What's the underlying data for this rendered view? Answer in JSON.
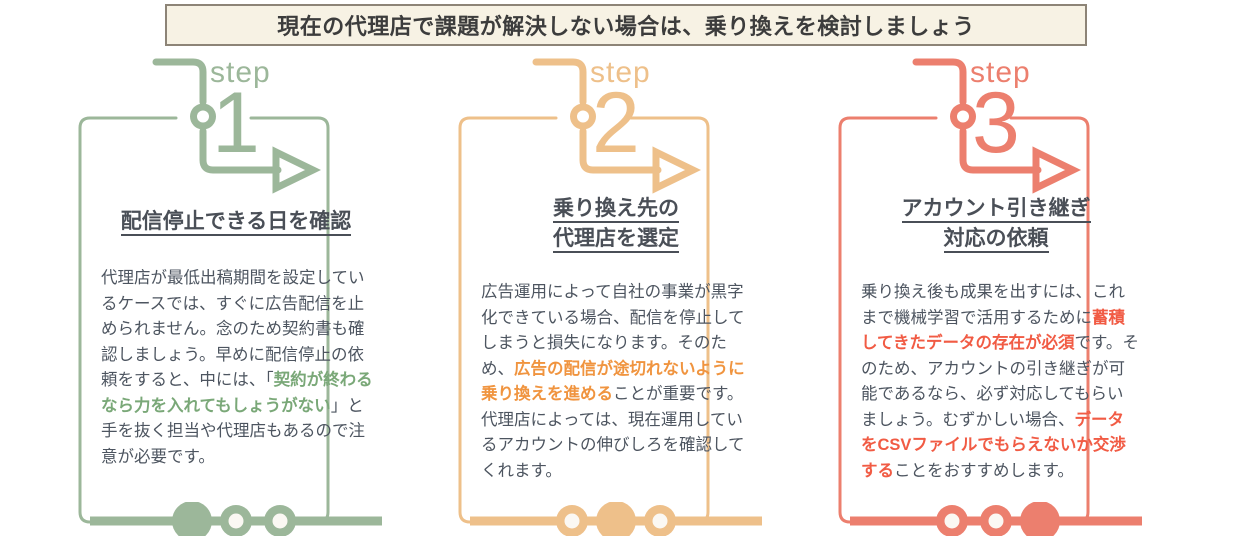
{
  "banner": {
    "text": "現在の代理店で課題が解決しない場合は、乗り換えを検討しましょう",
    "bg_color": "#f7f2e4",
    "border_color": "#8d8477"
  },
  "cards": [
    {
      "step_word": "step",
      "step_number": "1",
      "color": "#9cb79a",
      "highlight_color": "#7aa878",
      "title_line1": "配信停止できる日を確認",
      "title_line2": "",
      "body": [
        {
          "text": "代理店が最低出稿期間を設定しているケースでは、すぐに広告配信を止められません。念のため契約書も確認しましょう。",
          "bold": false
        },
        {
          "text": "早めに配信停止の依頼をすると、中には、「",
          "bold": false
        },
        {
          "text": "契約が終わるなら力を入れてもしょうがない",
          "bold": true
        },
        {
          "text": "」と手を抜く担当や代理店もあるので注意が必要です。",
          "bold": false
        }
      ],
      "dots": [
        true,
        false,
        false
      ]
    },
    {
      "step_word": "step",
      "step_number": "2",
      "color": "#eec08a",
      "highlight_color": "#f0943f",
      "title_line1": "乗り換え先の",
      "title_line2": "代理店を選定",
      "body": [
        {
          "text": "広告運用によって自社の事業が黒字化できている場合、配信を停止してしまうと損失になります。",
          "bold": false
        },
        {
          "text": "そのため、",
          "bold": false
        },
        {
          "text": "広告の配信が途切れないように乗り換えを進める",
          "bold": true
        },
        {
          "text": "ことが重要です。",
          "bold": false
        },
        {
          "text": "代理店によっては、現在運用しているアカウントの伸びしろを確認してくれます。",
          "bold": false
        }
      ],
      "dots": [
        false,
        true,
        false
      ]
    },
    {
      "step_word": "step",
      "step_number": "3",
      "color": "#ec7f6e",
      "highlight_color": "#f15b44",
      "title_line1": "アカウント引き継ぎ",
      "title_line2": "対応の依頼",
      "body": [
        {
          "text": "乗り換え後も成果を出すには、これまで機械学習で活用するために",
          "bold": false
        },
        {
          "text": "蓄積してきたデータの存在が必須",
          "bold": true
        },
        {
          "text": "です。そのため、アカウントの引き継ぎが可能であるなら、必ず対応してもらいましょう。",
          "bold": false
        },
        {
          "text": "むずかしい場合、",
          "bold": false
        },
        {
          "text": "データをCSVファイルでもらえないか交渉する",
          "bold": true
        },
        {
          "text": "ことをおすすめします。",
          "bold": false
        }
      ],
      "dots": [
        false,
        false,
        true
      ]
    }
  ]
}
